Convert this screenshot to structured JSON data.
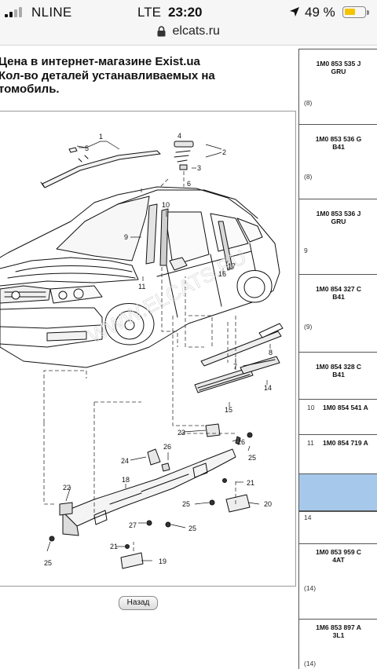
{
  "status_bar": {
    "carrier": "NLINE",
    "network": "LTE",
    "time": "23:20",
    "battery": "49 %",
    "battery_color": "#f5c400"
  },
  "browser": {
    "url": "elcats.ru",
    "lock_icon": "lock-icon"
  },
  "page": {
    "header_line1": "Цена в интернет-магазине Exist.ua",
    "header_line2": "Кол-во деталей устанавливаемых на",
    "header_line3": "томобиль.",
    "back_button": "Назад",
    "watermark": "WWW.ELCATS.RU"
  },
  "diagram_labels": [
    "1",
    "2",
    "3",
    "4",
    "5",
    "6",
    "7",
    "8",
    "9",
    "10",
    "11",
    "14",
    "15",
    "16",
    "17",
    "18",
    "19",
    "20",
    "21",
    "21",
    "22",
    "23",
    "24",
    "25",
    "25",
    "25",
    "25",
    "26",
    "26",
    "27"
  ],
  "parts_list": [
    {
      "code": "1M0 853 535 J\nGRU",
      "qty": "(8)"
    },
    {
      "code": "1M0 853 536 G\nB41",
      "qty": "(8)"
    },
    {
      "code": "1M0 853 536 J\nGRU",
      "qty": "9"
    },
    {
      "code": "1M0 854 327 C\nB41",
      "qty": "(9)"
    },
    {
      "code": "1M0 854 328 C\nB41",
      "qty": ""
    },
    {
      "pos": "10",
      "code": "1M0 854 541 A"
    },
    {
      "pos": "11",
      "code": "1M0 854 719 A"
    },
    {
      "qty": "14"
    },
    {
      "code": "1M0 853 959 C\n4AT",
      "qty": "(14)"
    },
    {
      "code": "1M6 853 897 A\n3L1",
      "qty": "(14)"
    }
  ],
  "highlight_color": "#a6c8ea"
}
